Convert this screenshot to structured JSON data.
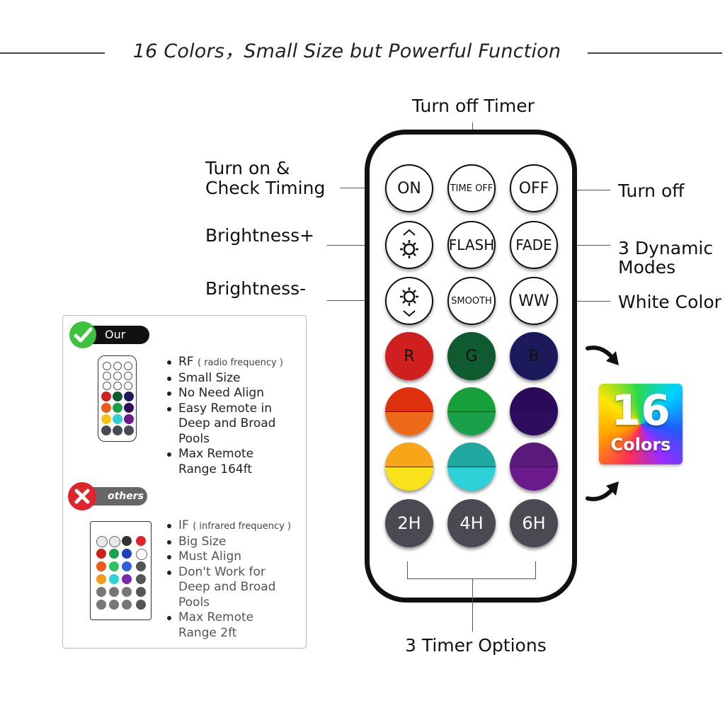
{
  "headline": "16 Colors，Small Size but Powerful Function",
  "labels": {
    "turn_off_timer": "Turn off Timer",
    "turn_on_line1": "Turn on &",
    "turn_on_line2": "Check Timing",
    "turn_off": "Turn off",
    "brightness_plus": "Brightness+",
    "brightness_minus": "Brightness-",
    "dynamic_line1": "3 Dynamic",
    "dynamic_line2": "Modes",
    "white_color": "White Color",
    "timer_options": "3 Timer Options"
  },
  "remote": {
    "on": "ON",
    "time_off": "TIME OFF",
    "off": "OFF",
    "flash": "FLASH",
    "fade": "FADE",
    "smooth": "SMOOTH",
    "ww": "WW",
    "r": "R",
    "g": "G",
    "b": "B",
    "t2": "2H",
    "t4": "4H",
    "t6": "6H"
  },
  "badge": {
    "number": "16",
    "word": "Colors"
  },
  "comparison": {
    "ours": {
      "tag": "Our",
      "feature1": "RF",
      "feature1_note": "( radio frequency )",
      "feature2": "Small Size",
      "feature3": "No Need Align",
      "feature4_l1": "Easy Remote in",
      "feature4_l2": "Deep and Broad",
      "feature4_l3": "Pools",
      "feature5_l1": "Max Remote",
      "feature5_l2": "Range 164ft"
    },
    "others": {
      "tag": "others",
      "feature1": "IF",
      "feature1_note": "( infrared frequency )",
      "feature2": "Big Size",
      "feature3": "Must Align",
      "feature4_l1": "Don't Work for",
      "feature4_l2": "Deep and Broad",
      "feature4_l3": "Pools",
      "feature5_l1": "Max Remote",
      "feature5_l2": "Range 2ft"
    }
  },
  "colors": {
    "red": "#d01f1f",
    "green": "#0f5a2e",
    "blue": "#1d1a5c",
    "check_green": "#3cc23c",
    "cross_red": "#e0242b",
    "timer_gray": "#4a4a52"
  }
}
